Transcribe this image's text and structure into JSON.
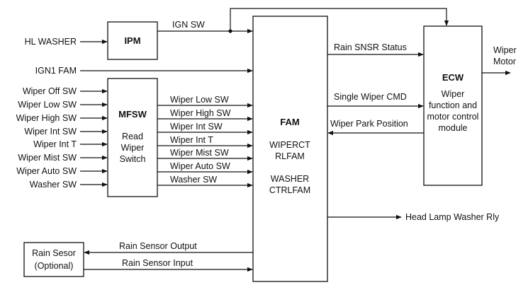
{
  "inputs_left": {
    "hl_washer": "HL WASHER",
    "ign1_fam": "IGN1 FAM"
  },
  "ipm": {
    "title": "IPM",
    "output": "IGN SW"
  },
  "mfsw": {
    "title": "MFSW",
    "subtitle_lines": [
      "Read",
      "Wiper",
      "Switch"
    ],
    "inputs": [
      "Wiper Off SW",
      "Wiper Low SW",
      "Wiper High SW",
      "Wiper Int SW",
      "Wiper Int T",
      "Wiper Mist SW",
      "Wiper Auto SW",
      "Washer SW"
    ],
    "outputs": [
      "Wiper Low SW",
      "Wiper High SW",
      "Wiper Int SW",
      "Wiper Int T",
      "Wiper Mist SW",
      "Wiper Auto SW",
      "Washer SW"
    ]
  },
  "fam": {
    "title": "FAM",
    "lines": [
      "WIPERCT",
      "RLFAM",
      "",
      "WASHER",
      "CTRLFAM"
    ],
    "output_head_lamp": "Head Lamp Washer Rly"
  },
  "ecw": {
    "title": "ECW",
    "lines": [
      "Wiper",
      "function and",
      "motor control",
      "module"
    ],
    "signals": {
      "rain_status": "Rain SNSR Status",
      "single_wiper_cmd": "Single Wiper CMD",
      "wiper_park": "Wiper Park Position"
    },
    "output_lines": [
      "Wiper",
      "Motor"
    ]
  },
  "rain_sensor": {
    "lines": [
      "Rain Sesor",
      "(Optional)"
    ],
    "output": "Rain Sensor Output",
    "input": "Rain Sensor Input"
  },
  "colors": {
    "line": "#111111",
    "background": "#ffffff"
  }
}
